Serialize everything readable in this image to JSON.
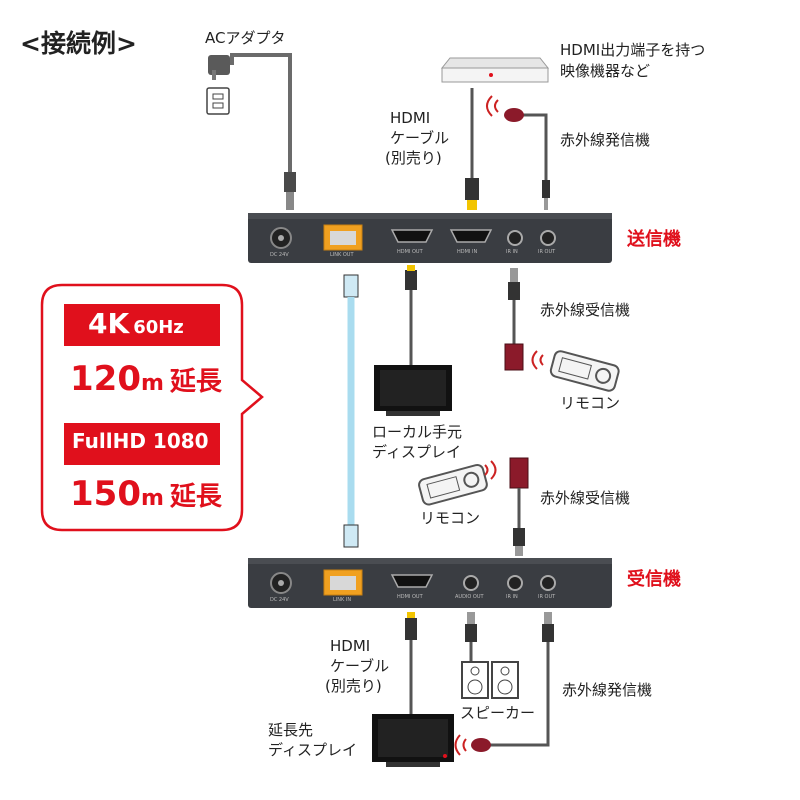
{
  "title": "<接続例>",
  "ac_adapter": "ACアダプタ",
  "source_device": [
    "HDMI出力端子を持つ",
    "映像機器など"
  ],
  "hdmi_cable_top": [
    "HDMI",
    "ケーブル",
    "(別売り)"
  ],
  "ir_emitter_top": "赤外線発信機",
  "transmitter": {
    "name": "送信機",
    "ports": [
      "DC 24V",
      "LINK OUT",
      "HDMI OUT",
      "HDMI IN",
      "IR IN",
      "IR OUT"
    ]
  },
  "ir_receiver_top": "赤外線受信機",
  "remote_top": "リモコン",
  "local_display": [
    "ローカル手元",
    "ディスプレイ"
  ],
  "remote_mid": "リモコン",
  "ir_receiver_mid": "赤外線受信機",
  "receiver": {
    "name": "受信機",
    "ports": [
      "DC 24V",
      "LINK IN",
      "HDMI OUT",
      "AUDIO OUT",
      "IR IN",
      "IR OUT"
    ]
  },
  "hdmi_cable_bottom": [
    "HDMI",
    "ケーブル",
    "(別売り)"
  ],
  "speaker": "スピーカー",
  "ir_emitter_bottom": "赤外線発信機",
  "remote_display": [
    "延長先",
    "ディスプレイ"
  ],
  "callout": {
    "row1_main": "4K",
    "row1_sub": "60Hz",
    "row2_num": "120",
    "row2_unit": "m",
    "row2_text": "延長",
    "row3_main": "FullHD 1080",
    "row4_num": "150",
    "row4_unit": "m",
    "row4_text": "延長"
  },
  "colors": {
    "accent": "#e0101c",
    "device": "#3a3d42",
    "cable": "#555",
    "lan": "#a9dcef",
    "hdmi_tip": "#f2c400",
    "lan_port": "#f0a020"
  }
}
